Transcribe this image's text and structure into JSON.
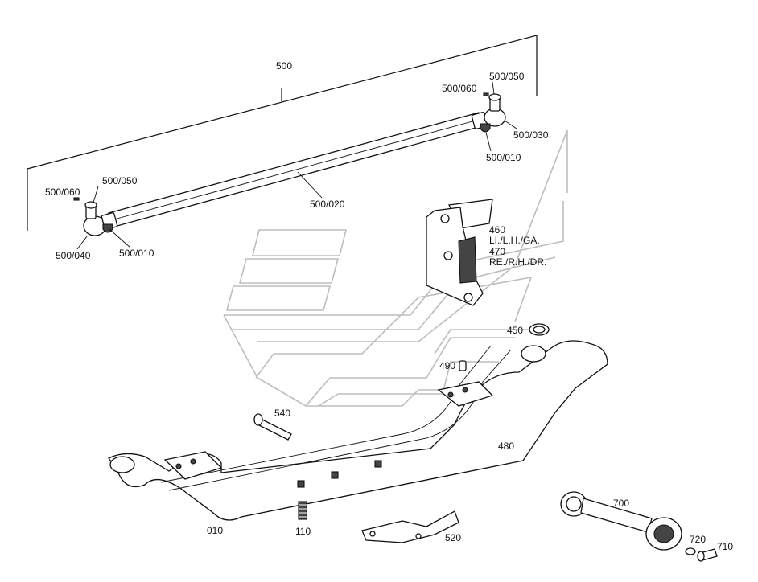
{
  "labels": {
    "l500": "500",
    "l500_060_r": "500/060",
    "l500_050_r": "500/050",
    "l500_030": "500/030",
    "l500_010_r": "500/010",
    "l500_060_l": "500/060",
    "l500_050_l": "500/050",
    "l500_040": "500/040",
    "l500_010_l": "500/010",
    "l500_020": "500/020",
    "l460": "460",
    "l460_txt": "LI./L.H./GA.",
    "l470": "470",
    "l470_txt": "RE./R.H./DR.",
    "l450": "450",
    "l490": "490",
    "l540": "540",
    "l480": "480",
    "l010": "010",
    "l110": "110",
    "l520": "520",
    "l700": "700",
    "l720": "720",
    "l710": "710"
  }
}
